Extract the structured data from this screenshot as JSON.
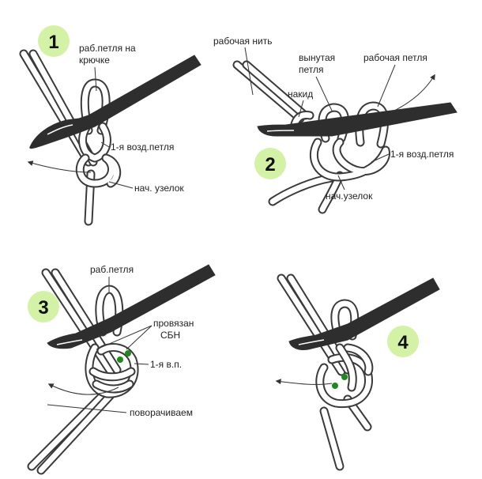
{
  "panels": [
    {
      "number": "1",
      "labels": {
        "working_loop_line1": "раб.петля на",
        "working_loop_line2": "крючке",
        "first_chain": "1-я возд.петля",
        "start_knot": "нач. узелок"
      }
    },
    {
      "number": "2",
      "labels": {
        "working_yarn": "рабочая нить",
        "pulled_loop_line1": "вынутая",
        "pulled_loop_line2": "петля",
        "working_loop": "рабочая петля",
        "yarn_over": "накид",
        "first_chain": "1-я возд.петля",
        "start_knot": "нач.узелок"
      }
    },
    {
      "number": "3",
      "labels": {
        "working_loop": "раб.петля",
        "worked_line1": "провязан",
        "worked_line2": "СБН",
        "first_ch": "1-я в.п.",
        "turn": "поворачиваем"
      }
    },
    {
      "number": "4",
      "labels": {}
    }
  ],
  "colors": {
    "badge": "#d4f2a6",
    "hook": "#2e2e2e",
    "yarn_outline": "#3a3a3a",
    "stitch_dot": "#1e8a1e"
  }
}
